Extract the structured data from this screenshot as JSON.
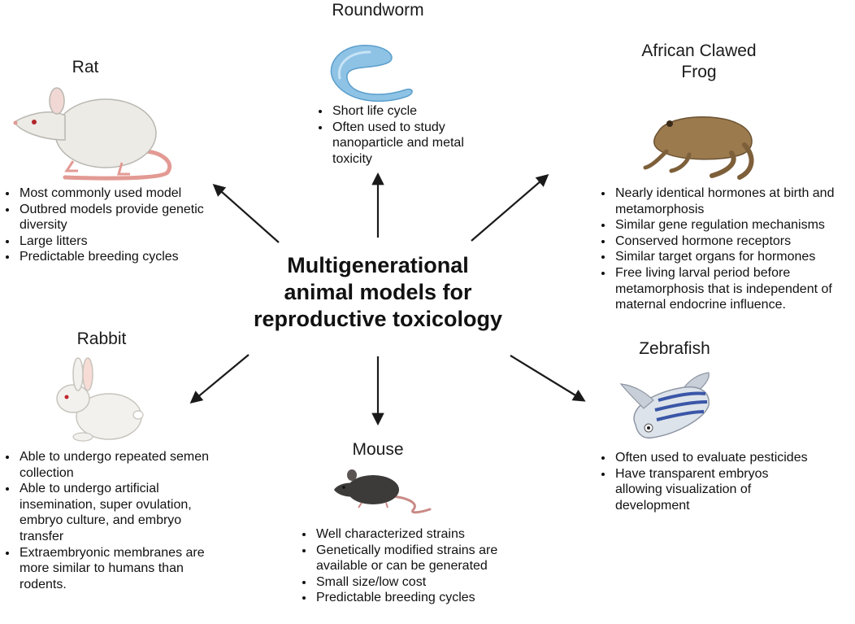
{
  "center_title": "Multigenerational\nanimal models for\nreproductive toxicology",
  "animals": {
    "roundworm": {
      "title": "Roundworm",
      "bullets": [
        "Short life cycle",
        "Often used to study nanoparticle and metal toxicity"
      ],
      "icon": "roundworm-icon",
      "color": "#8ec3e6"
    },
    "rat": {
      "title": "Rat",
      "bullets": [
        "Most commonly used model",
        "Outbred models provide genetic diversity",
        "Large litters",
        "Predictable breeding cycles"
      ],
      "icon": "rat-icon",
      "color": "#ecebe6"
    },
    "frog": {
      "title": "African Clawed\nFrog",
      "bullets": [
        "Nearly identical hormones at birth and metamorphosis",
        "Similar gene regulation mechanisms",
        "Conserved hormone receptors",
        "Similar target organs for hormones",
        "Free living larval period before metamorphosis that is independent of maternal endocrine influence."
      ],
      "icon": "frog-icon",
      "color": "#9b7a4e"
    },
    "rabbit": {
      "title": "Rabbit",
      "bullets": [
        "Able to undergo repeated semen collection",
        "Able to undergo artificial insemination, super ovulation, embryo culture, and embryo transfer",
        "Extraembryonic membranes are more similar to humans than rodents."
      ],
      "icon": "rabbit-icon",
      "color": "#f3f1ee"
    },
    "mouse": {
      "title": "Mouse",
      "bullets": [
        "Well characterized strains",
        "Genetically modified strains are available or can be generated",
        "Small size/low cost",
        "Predictable breeding cycles"
      ],
      "icon": "mouse-icon",
      "color": "#3d3b3a"
    },
    "zebrafish": {
      "title": "Zebrafish",
      "bullets": [
        "Often used to evaluate pesticides",
        "Have transparent embryos allowing visualization of development"
      ],
      "icon": "zebrafish-icon",
      "color": "#3a56a8"
    }
  }
}
